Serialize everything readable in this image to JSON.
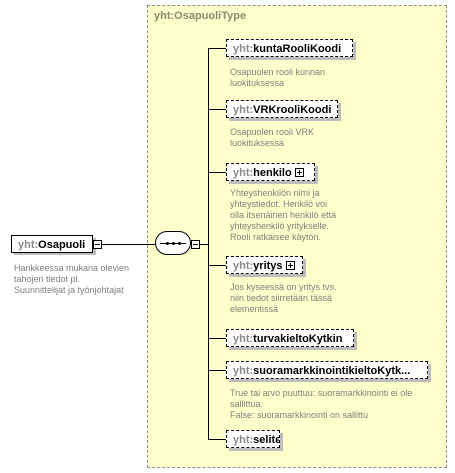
{
  "root": {
    "prefix": "yht:",
    "name": "Osapuoli",
    "description": "Hankkeessa mukana olevien\ntahojen tiedot pl.\nSuunnittelijat ja työnjohtajat"
  },
  "type": {
    "title": "yht:OsapuoliType"
  },
  "children": [
    {
      "prefix": "yht:",
      "name": "kuntaRooliKoodi",
      "expandable": false,
      "description": "Osapuolen rooli kunnan\nluokituksessa"
    },
    {
      "prefix": "yht:",
      "name": "VRKrooliKoodi",
      "expandable": false,
      "description": "Osapuolen rooli VRK\nluokituksessa"
    },
    {
      "prefix": "yht:",
      "name": "henkilo",
      "expandable": true,
      "description": "Yhteyshenkilön nimi ja\nyhteystiedot. Henkilö voi\nolla itsenäinen henkilö että\nyhteyshenkilö yritykselle.\nRooli ratkaisee käytön."
    },
    {
      "prefix": "yht:",
      "name": "yritys",
      "expandable": true,
      "description": "Jos kyseessä on yritys tvs.\nniin tiedot siirretään tässä\nelementissä"
    },
    {
      "prefix": "yht:",
      "name": "turvakieltoKytkin",
      "expandable": false,
      "description": ""
    },
    {
      "prefix": "yht:",
      "name": "suoramarkkinointikieltoKytk...",
      "expandable": false,
      "description": "True tai arvo puuttuu: suoramarkkinointi ei ole\nsallittua.\nFalse: suoramarkkinointi on sallittu"
    },
    {
      "prefix": "yht:",
      "name": "selite",
      "expandable": false,
      "description": ""
    }
  ]
}
